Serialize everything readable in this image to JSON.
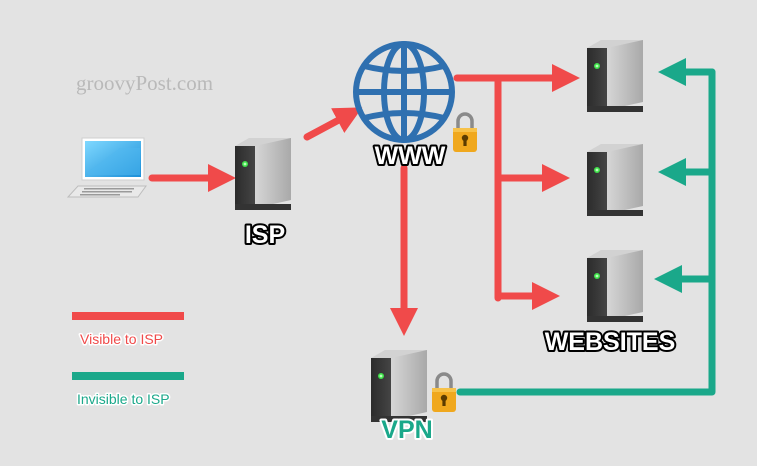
{
  "watermark": "groovyPost.com",
  "labels": {
    "isp": "ISP",
    "www": "WWW",
    "websites": "WEBSITES",
    "vpn": "VPN"
  },
  "legend": {
    "visible": "Visible to ISP",
    "invisible": "Invisible to ISP"
  },
  "colors": {
    "background": "#e3e3e3",
    "visible_arrow": "#f04a4a",
    "invisible_arrow": "#1aa88a",
    "globe": "#2f70b0",
    "lock": "#f0a81e"
  },
  "icons": [
    "laptop-icon",
    "server-icon",
    "globe-icon",
    "lock-icon"
  ]
}
